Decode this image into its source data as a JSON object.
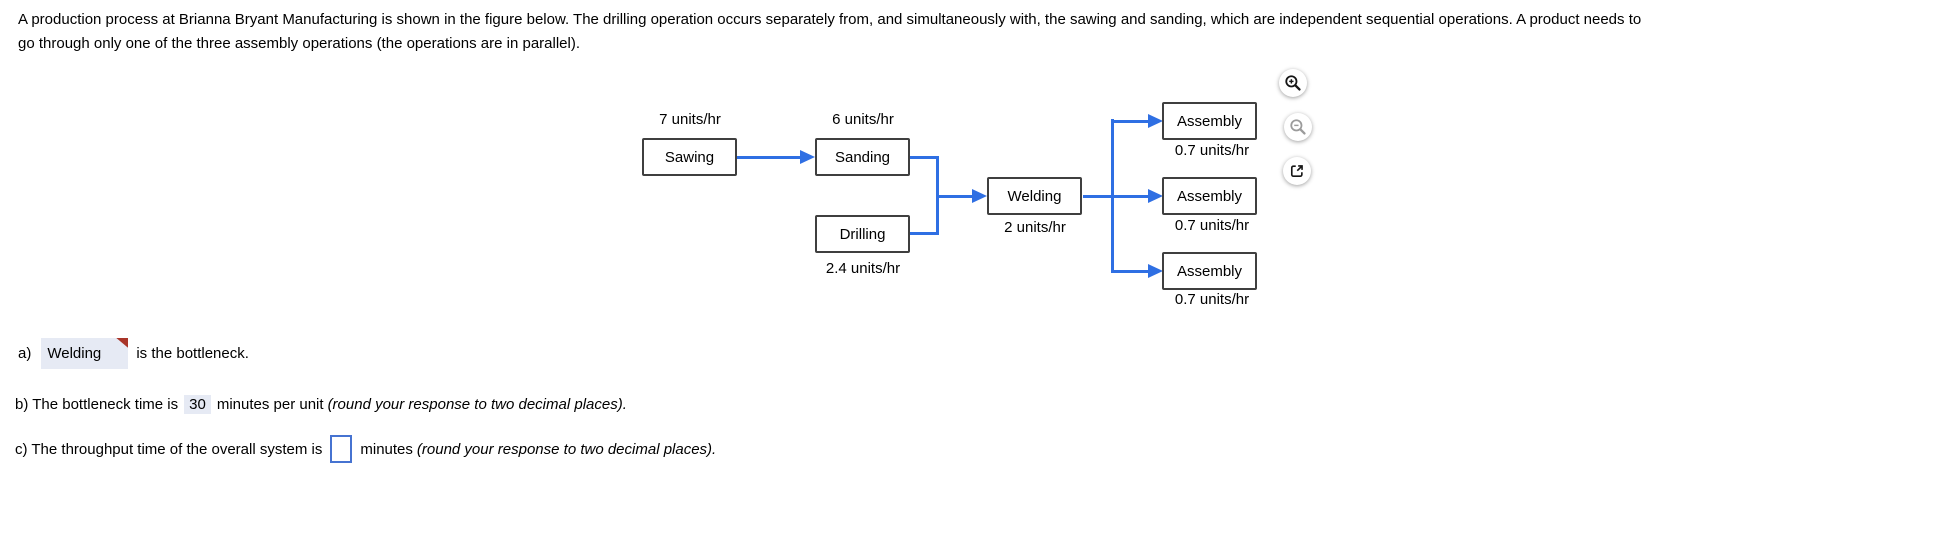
{
  "question": {
    "line1": "A production process at Brianna Bryant Manufacturing is shown in the figure below. The drilling operation occurs separately from, and simultaneously with, the sawing and sanding, which are independent sequential operations. A product needs to",
    "line2": "go through only one of the three assembly operations (the operations are in parallel)."
  },
  "diagram": {
    "sawing": {
      "label": "Sawing",
      "rate": "7 units/hr"
    },
    "sanding": {
      "label": "Sanding",
      "rate": "6 units/hr"
    },
    "drilling": {
      "label": "Drilling",
      "rate": "2.4 units/hr"
    },
    "welding": {
      "label": "Welding",
      "rate": "2 units/hr"
    },
    "assembly": [
      {
        "label": "Assembly",
        "rate": "0.7 units/hr"
      },
      {
        "label": "Assembly",
        "rate": "0.7 units/hr"
      },
      {
        "label": "Assembly",
        "rate": "0.7 units/hr"
      }
    ],
    "colors": {
      "arrow_blue": "#2f6fe3",
      "box_border": "#3f3f3f"
    }
  },
  "toolbar": {
    "icons": [
      "magnifier-plus",
      "magnifier-minus",
      "external-link"
    ]
  },
  "answers": {
    "a": {
      "label": "a)",
      "value": "Welding",
      "text": "is the bottleneck."
    },
    "b": {
      "label": "b) The bottleneck time is",
      "value": "30",
      "unit": "minutes per unit",
      "note": "(round your response to two decimal places)."
    },
    "c": {
      "label": "c) The throughput time of the overall system is",
      "value": "",
      "unit": "minutes",
      "note": "(round your response to two decimal places)."
    }
  },
  "colors": {
    "highlight_bg": "#e6eaf4",
    "marker_red": "#a93529",
    "input_border": "#4673d1"
  }
}
